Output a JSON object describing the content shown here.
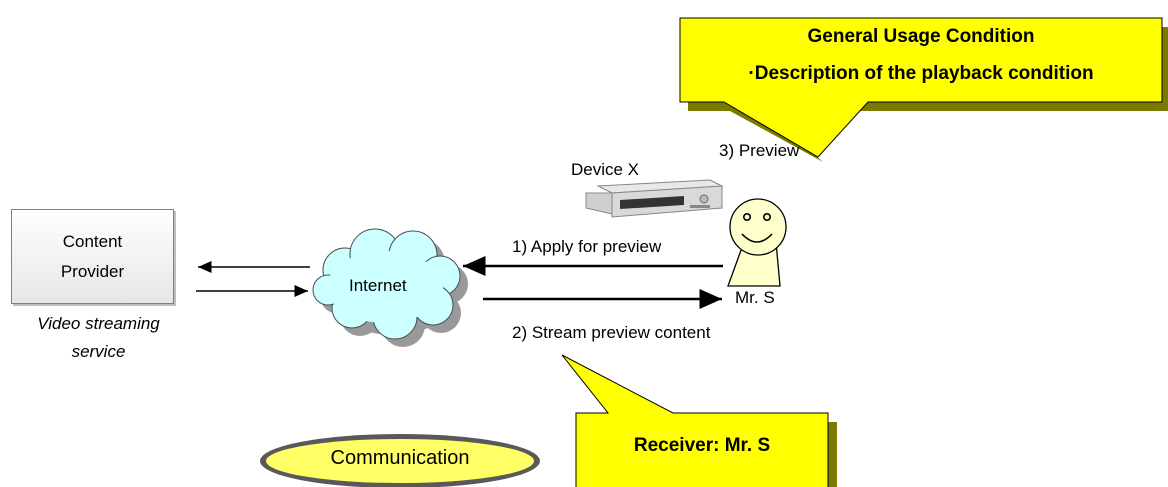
{
  "provider": {
    "line1": "Content",
    "line2": "Provider",
    "caption_line1": "Video streaming",
    "caption_line2": "service"
  },
  "internet": {
    "label": "Internet"
  },
  "device": {
    "label": "Device X"
  },
  "user": {
    "label": "Mr. S"
  },
  "steps": {
    "apply": "1) Apply for preview",
    "stream": "2) Stream preview content",
    "preview": "3) Preview"
  },
  "callouts": {
    "usage_line1": "General Usage Condition",
    "usage_line2": "·Description of the playback condition",
    "receiver": "Receiver: Mr. S"
  },
  "communication": {
    "label": "Communication"
  },
  "colors": {
    "callout_fill": "#ffff00",
    "cloud_fill": "#ccffff",
    "person_fill": "#ffffcc",
    "oval_fill": "#ffff66"
  }
}
